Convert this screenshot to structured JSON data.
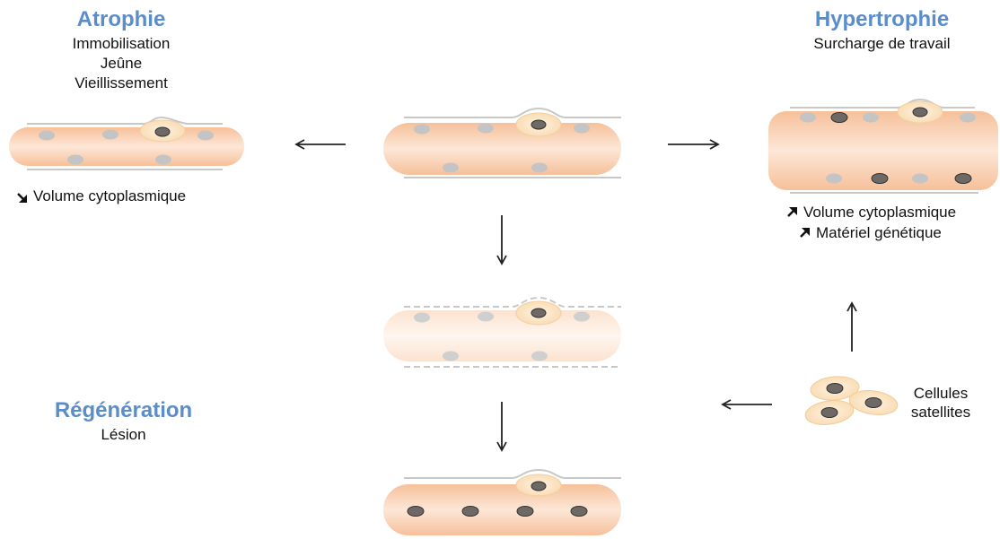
{
  "colors": {
    "title": "#5b8dcb",
    "fiber_light": "#fde7d7",
    "fiber_dark": "#f6c09a",
    "nucleus_light": "#c4c4c4",
    "nucleus_dark": "#6e6965",
    "satellite": "#fbe3c2",
    "membrane": "#c8c8c8",
    "arrow": "#222222"
  },
  "atrophy": {
    "title": "Atrophie",
    "causes": [
      "Immobilisation",
      "Jeûne",
      "Vieillissement"
    ],
    "effect_icon": "arrow-down-right-icon",
    "effect": "Volume cytoplasmique"
  },
  "hypertrophy": {
    "title": "Hypertrophie",
    "cause": "Surcharge de travail",
    "effects": [
      {
        "icon": "arrow-up-right-icon",
        "text": "Volume cytoplasmique"
      },
      {
        "icon": "arrow-up-right-icon",
        "text": "Matériel génétique"
      }
    ]
  },
  "regeneration": {
    "title": "Régénération",
    "cause": "Lésion"
  },
  "satellite_cells": {
    "label_line1": "Cellules",
    "label_line2": "satellites"
  }
}
